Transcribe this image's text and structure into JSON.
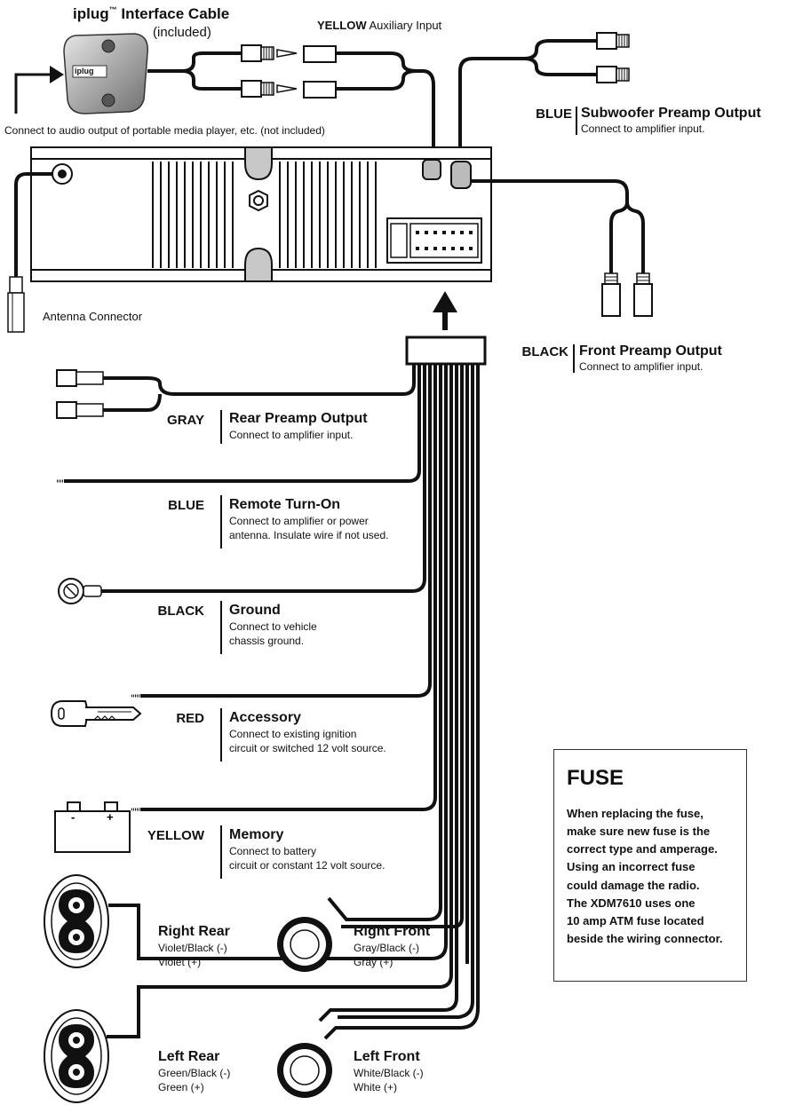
{
  "iplug": {
    "brand": "iplug",
    "tm": "™",
    "title": "Interface Cable",
    "subtitle": "(included)",
    "logo_text": "iplug",
    "note": "Connect to audio output of portable media player, etc. (not included)"
  },
  "aux": {
    "color": "YELLOW",
    "text": "Auxiliary Input"
  },
  "subwoofer": {
    "color": "BLUE",
    "title": "Subwoofer Preamp Output",
    "desc": "Connect to amplifier input."
  },
  "front_preamp": {
    "color": "BLACK",
    "title": "Front Preamp Output",
    "desc": "Connect to amplifier input."
  },
  "antenna": {
    "label": "Antenna Connector"
  },
  "wires": [
    {
      "color": "GRAY",
      "title": "Rear Preamp Output",
      "desc": [
        "Connect to amplifier input."
      ]
    },
    {
      "color": "BLUE",
      "title": "Remote Turn-On",
      "desc": [
        "Connect to amplifier or power",
        "antenna. Insulate wire if not used."
      ]
    },
    {
      "color": "BLACK",
      "title": "Ground",
      "desc": [
        "Connect to vehicle",
        "chassis ground."
      ]
    },
    {
      "color": "RED",
      "title": "Accessory",
      "desc": [
        "Connect to existing ignition",
        "circuit or switched 12 volt source."
      ]
    },
    {
      "color": "YELLOW",
      "title": "Memory",
      "desc": [
        "Connect to battery",
        "circuit or constant 12 volt source."
      ]
    }
  ],
  "battery": {
    "minus": "-",
    "plus": "+"
  },
  "speakers": [
    {
      "name": "Right Rear",
      "neg": "Violet/Black (-)",
      "pos": "Violet (+)"
    },
    {
      "name": "Right Front",
      "neg": "Gray/Black (-)",
      "pos": "Gray (+)"
    },
    {
      "name": "Left Rear",
      "neg": "Green/Black (-)",
      "pos": "Green (+)"
    },
    {
      "name": "Left Front",
      "neg": "White/Black (-)",
      "pos": "White (+)"
    }
  ],
  "fuse": {
    "title": "FUSE",
    "text": "When replacing the fuse,\nmake sure new fuse is the\ncorrect type and amperage.\nUsing an incorrect fuse\ncould damage the radio.\nThe XDM7610 uses one\n10 amp ATM fuse located\nbeside the wiring connector."
  }
}
